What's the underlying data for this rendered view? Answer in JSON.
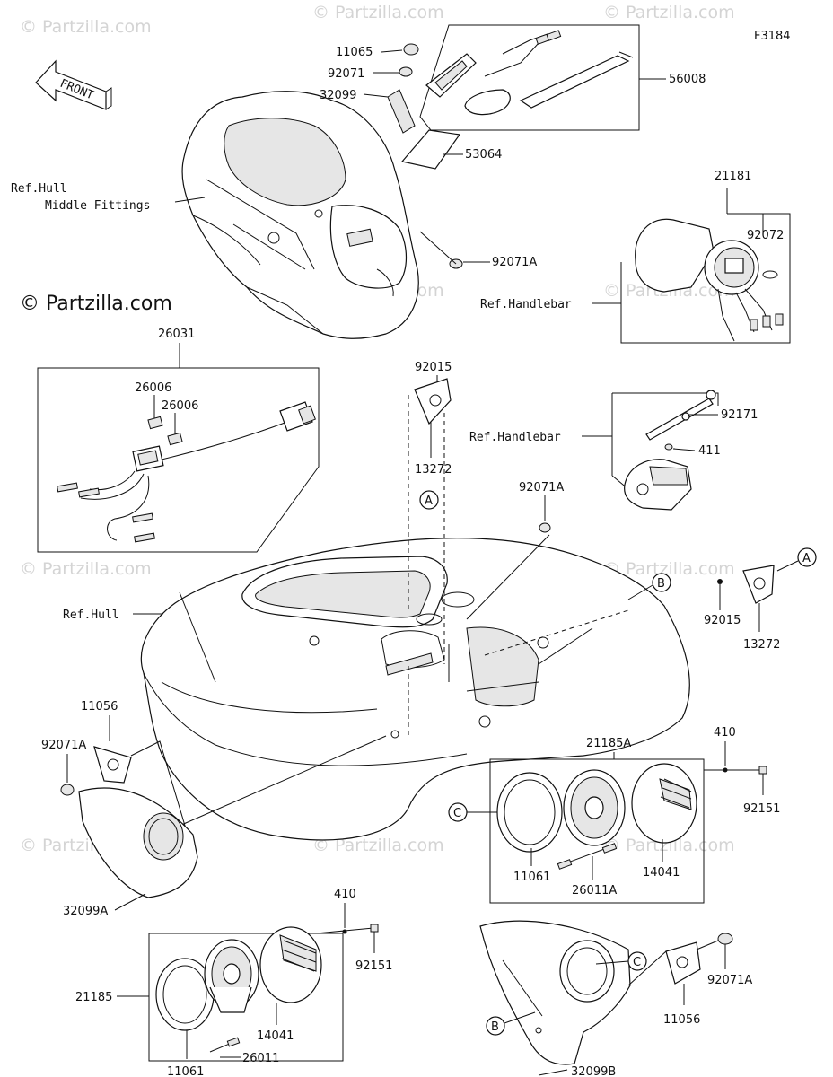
{
  "diagram_code": "F3184",
  "copyright": "© Partzilla.com",
  "watermark": "© Partzilla.com",
  "front_label": "FRONT",
  "callouts": {
    "a": "A",
    "b": "B",
    "c": "C"
  },
  "labels": {
    "p11065": "11065",
    "p92071": "92071",
    "p32099": "32099",
    "p56008": "56008",
    "p53064": "53064",
    "p92071a_top": "92071A",
    "ref_hull_mid_1": "Ref.Hull",
    "ref_hull_mid_2": "Middle Fittings",
    "p21181": "21181",
    "p92072": "92072",
    "ref_handlebar_1": "Ref.Handlebar",
    "p26031": "26031",
    "p26006_a": "26006",
    "p26006_b": "26006",
    "p92015_top": "92015",
    "p13272_top": "13272",
    "p92171": "92171",
    "ref_handlebar_2": "Ref.Handlebar",
    "p411": "411",
    "p92071a_mid": "92071A",
    "ref_hull": "Ref.Hull",
    "p92015_right": "92015",
    "p13272_right": "13272",
    "p11056_left": "11056",
    "p92071a_left": "92071A",
    "p21185a": "21185A",
    "p410_right": "410",
    "p92151_right": "92151",
    "p11061_right": "11061",
    "p14041_right": "14041",
    "p26011a": "26011A",
    "p32099a": "32099A",
    "p410_bottom": "410",
    "p92151_bottom": "92151",
    "p21185": "21185",
    "p14041_bottom": "14041",
    "p26011": "26011",
    "p11061_bottom": "11061",
    "p92071a_bottom": "92071A",
    "p11056_bottom": "11056",
    "p32099b": "32099B"
  }
}
